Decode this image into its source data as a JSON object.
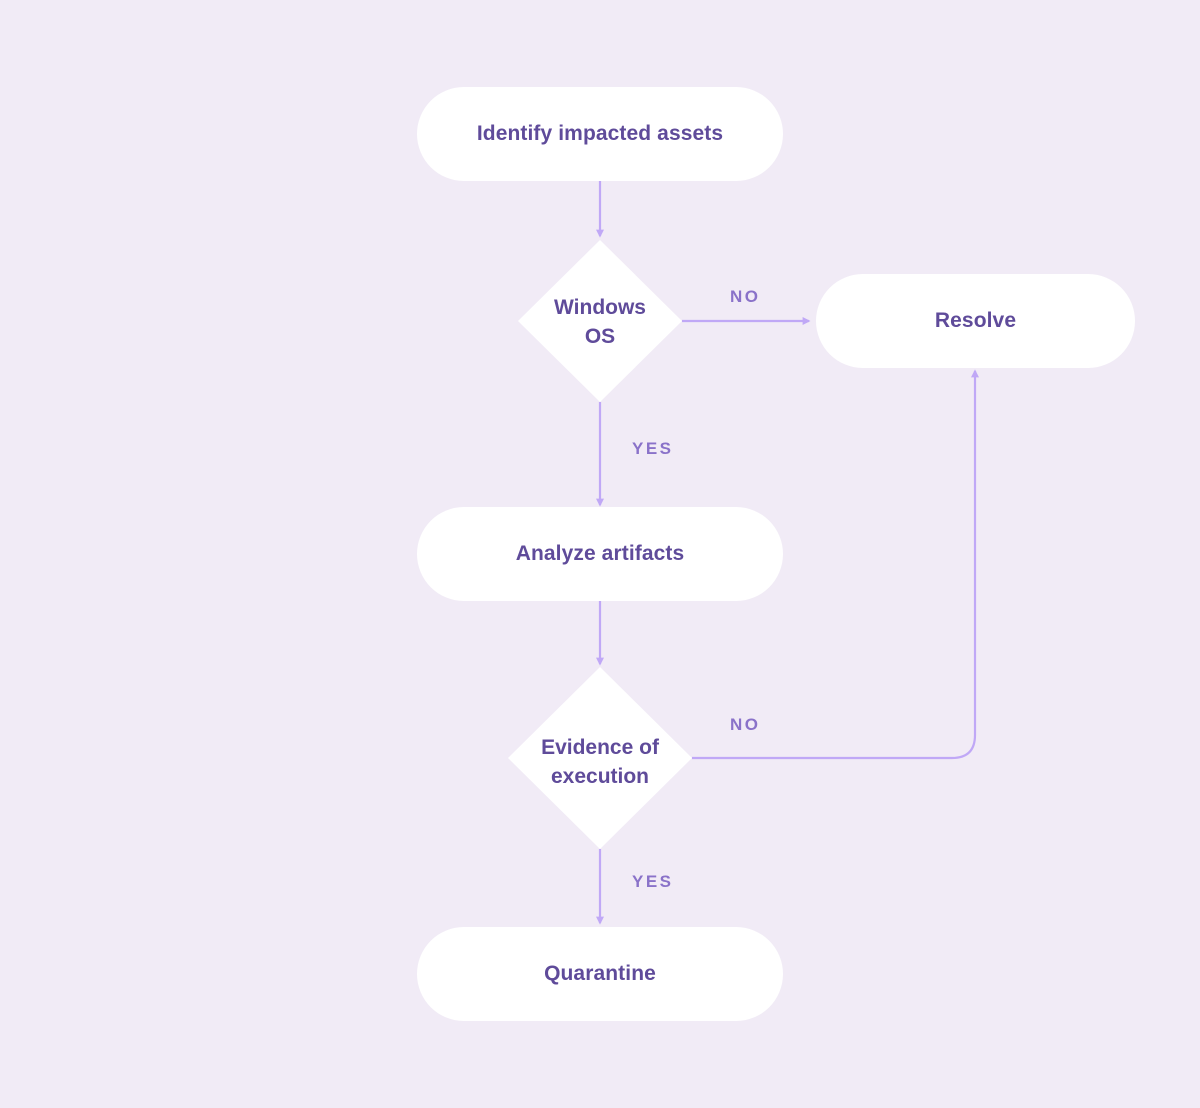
{
  "nodes": {
    "identify": "Identify impacted assets",
    "analyze": "Analyze artifacts",
    "quarantine": "Quarantine",
    "resolve": "Resolve"
  },
  "decisions": {
    "windows_os": "Windows\nOS",
    "evidence": "Evidence of\nexecution"
  },
  "edge_labels": {
    "windows_no": "NO",
    "windows_yes": "YES",
    "evidence_no": "NO",
    "evidence_yes": "YES"
  },
  "colors": {
    "background": "#f1ebf6",
    "node_fill": "#ffffff",
    "node_text": "#5f4b9a",
    "connector": "#c0a8f6",
    "edge_label": "#8a72c9"
  }
}
